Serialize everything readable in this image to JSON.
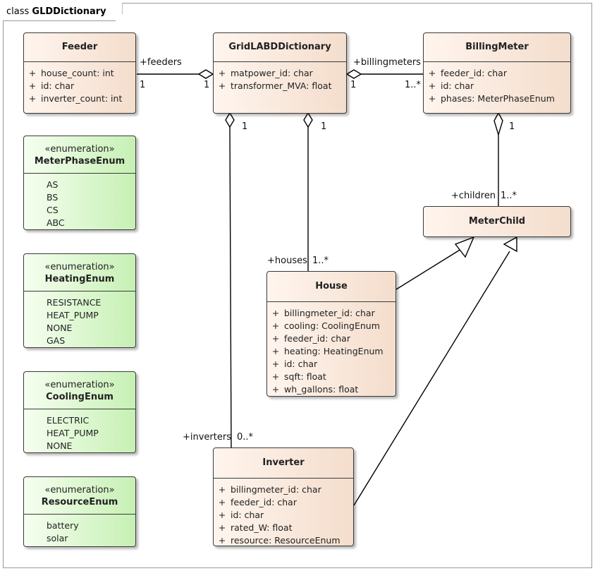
{
  "frame": {
    "kind": "class",
    "name": "GLDDictionary"
  },
  "classes": {
    "feeder": {
      "name": "Feeder",
      "attributes": [
        {
          "vis": "+",
          "text": "house_count: int"
        },
        {
          "vis": "+",
          "text": "id: char"
        },
        {
          "vis": "+",
          "text": "inverter_count: int"
        }
      ]
    },
    "gridlabd": {
      "name": "GridLABDDictionary",
      "attributes": [
        {
          "vis": "+",
          "text": "matpower_id: char"
        },
        {
          "vis": "+",
          "text": "transformer_MVA: float"
        }
      ]
    },
    "billingmeter": {
      "name": "BillingMeter",
      "attributes": [
        {
          "vis": "+",
          "text": "feeder_id: char"
        },
        {
          "vis": "+",
          "text": "id: char"
        },
        {
          "vis": "+",
          "text": "phases: MeterPhaseEnum"
        }
      ]
    },
    "meterchild": {
      "name": "MeterChild"
    },
    "house": {
      "name": "House",
      "attributes": [
        {
          "vis": "+",
          "text": "billingmeter_id: char"
        },
        {
          "vis": "+",
          "text": "cooling: CoolingEnum"
        },
        {
          "vis": "+",
          "text": "feeder_id: char"
        },
        {
          "vis": "+",
          "text": "heating: HeatingEnum"
        },
        {
          "vis": "+",
          "text": "id: char"
        },
        {
          "vis": "+",
          "text": "sqft: float"
        },
        {
          "vis": "+",
          "text": "wh_gallons: float"
        }
      ]
    },
    "inverter": {
      "name": "Inverter",
      "attributes": [
        {
          "vis": "+",
          "text": "billingmeter_id: char"
        },
        {
          "vis": "+",
          "text": "feeder_id: char"
        },
        {
          "vis": "+",
          "text": "id: char"
        },
        {
          "vis": "+",
          "text": "rated_W: float"
        },
        {
          "vis": "+",
          "text": "resource: ResourceEnum"
        }
      ]
    }
  },
  "enums": {
    "meterphase": {
      "stereotype": "«enumeration»",
      "name": "MeterPhaseEnum",
      "literals": [
        "AS",
        "BS",
        "CS",
        "ABC"
      ]
    },
    "heating": {
      "stereotype": "«enumeration»",
      "name": "HeatingEnum",
      "literals": [
        "RESISTANCE",
        "HEAT_PUMP",
        "NONE",
        "GAS"
      ]
    },
    "cooling": {
      "stereotype": "«enumeration»",
      "name": "CoolingEnum",
      "literals": [
        "ELECTRIC",
        "HEAT_PUMP",
        "NONE"
      ]
    },
    "resource": {
      "stereotype": "«enumeration»",
      "name": "ResourceEnum",
      "literals": [
        "battery",
        "solar"
      ]
    }
  },
  "associations": {
    "feeders": {
      "role": "+feeders",
      "mult_source": "1",
      "mult_dict": "1"
    },
    "billingmeters": {
      "role": "+billingmeters",
      "mult_dict": "1",
      "mult_source": "1..*"
    },
    "houses": {
      "role": "+houses",
      "mult_dict": "1",
      "mult_source": "1..*"
    },
    "inverters": {
      "role": "+inverters",
      "mult_dict": "1",
      "mult_source": "0..*"
    },
    "children": {
      "role": "+children",
      "mult_meter": "1",
      "mult_child": "1..*"
    }
  },
  "colors": {
    "class_fill_light": "#fff5ee",
    "class_fill_dark": "#f4ddcc",
    "enum_fill_light": "#f6fff0",
    "enum_fill_dark": "#c6f0b4",
    "line": "#000000"
  }
}
